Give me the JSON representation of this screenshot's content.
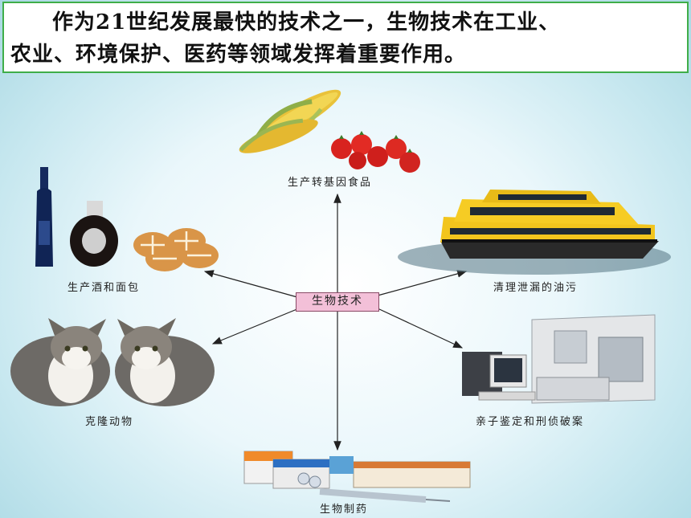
{
  "header": {
    "line1": "作为21世纪发展最快的技术之一，生物技术在工业、",
    "line2": "农业、环境保护、医药等领域发挥着重要作用。"
  },
  "center": {
    "label": "生物技术"
  },
  "nodes": {
    "food": {
      "label": "生产转基因食品"
    },
    "wine": {
      "label": "生产酒和面包"
    },
    "oil": {
      "label": "清理泄漏的油污"
    },
    "clone": {
      "label": "克隆动物"
    },
    "dna": {
      "label": "亲子鉴定和刑侦破案"
    },
    "drug": {
      "label": "生物制药"
    }
  },
  "colors": {
    "border": "#3fae49",
    "center_fill": "#f3c0d8"
  }
}
